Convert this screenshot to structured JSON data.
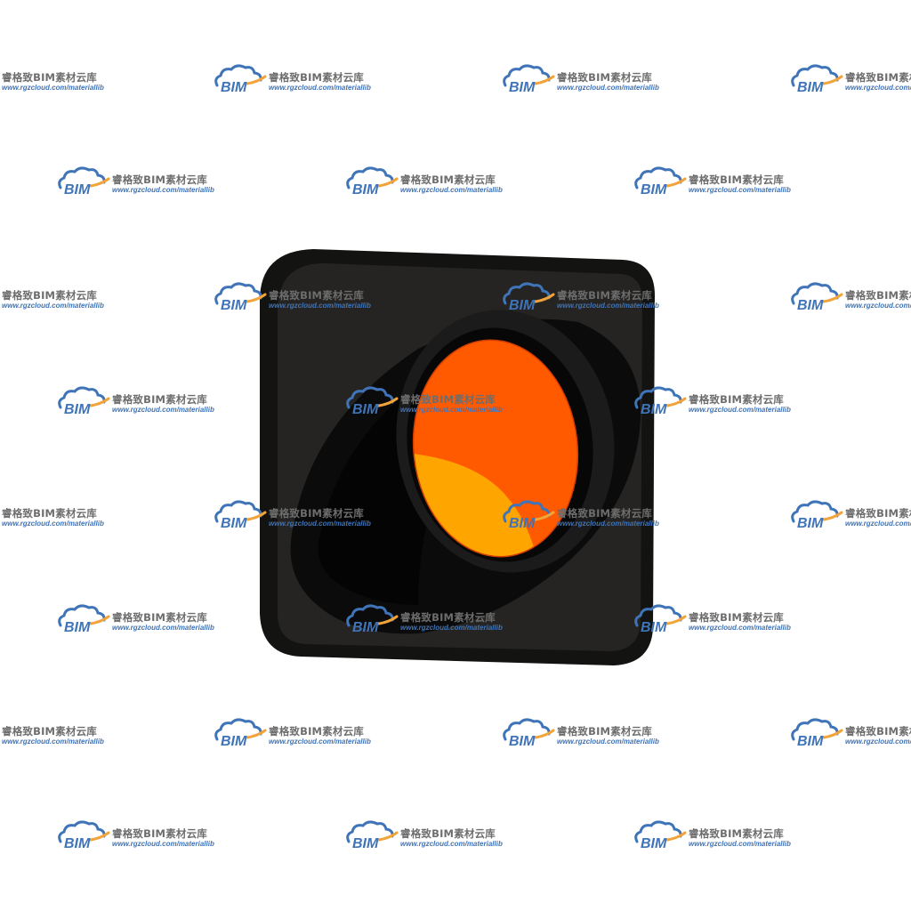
{
  "image": {
    "subject": "traffic-signal-head",
    "housing_color": "#252423",
    "housing_edge_color": "#131312",
    "visor_color": "#0b0b0b",
    "lens_ring_color": "#1b1b1b",
    "lens_upper_color": "#ff5a00",
    "lens_lower_color": "#ffa500",
    "background_color": "#ffffff"
  },
  "watermark": {
    "logo_icon": "bim-cloud-logo",
    "logo_text": "BIM",
    "brand": "睿格致BIM素材云库",
    "url": "www.rgzcloud.com/materiallib",
    "cloud_color": "#3f74b8",
    "swoosh_color": "#f2a33a",
    "text_color": "#6d6d6d"
  }
}
